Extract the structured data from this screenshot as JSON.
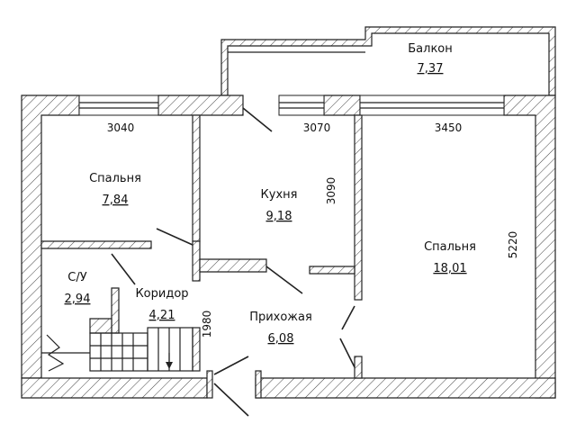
{
  "rooms": {
    "bedroom1": {
      "name": "Спальня",
      "area": "7,84"
    },
    "kitchen": {
      "name": "Кухня",
      "area": "9,18"
    },
    "bedroom2": {
      "name": "Спальня",
      "area": "18,01"
    },
    "balcony": {
      "name": "Балкон",
      "area": "7,37"
    },
    "bathroom": {
      "name": "С/У",
      "area": "2,94"
    },
    "corridor": {
      "name": "Коридор",
      "area": "4,21"
    },
    "hallway": {
      "name": "Прихожая",
      "area": "6,08"
    }
  },
  "dimensions": {
    "bedroom1_width": "3040",
    "kitchen_width": "3070",
    "bedroom2_width": "3450",
    "kitchen_depth": "3090",
    "bedroom2_depth": "5220",
    "corridor_depth": "1980"
  }
}
